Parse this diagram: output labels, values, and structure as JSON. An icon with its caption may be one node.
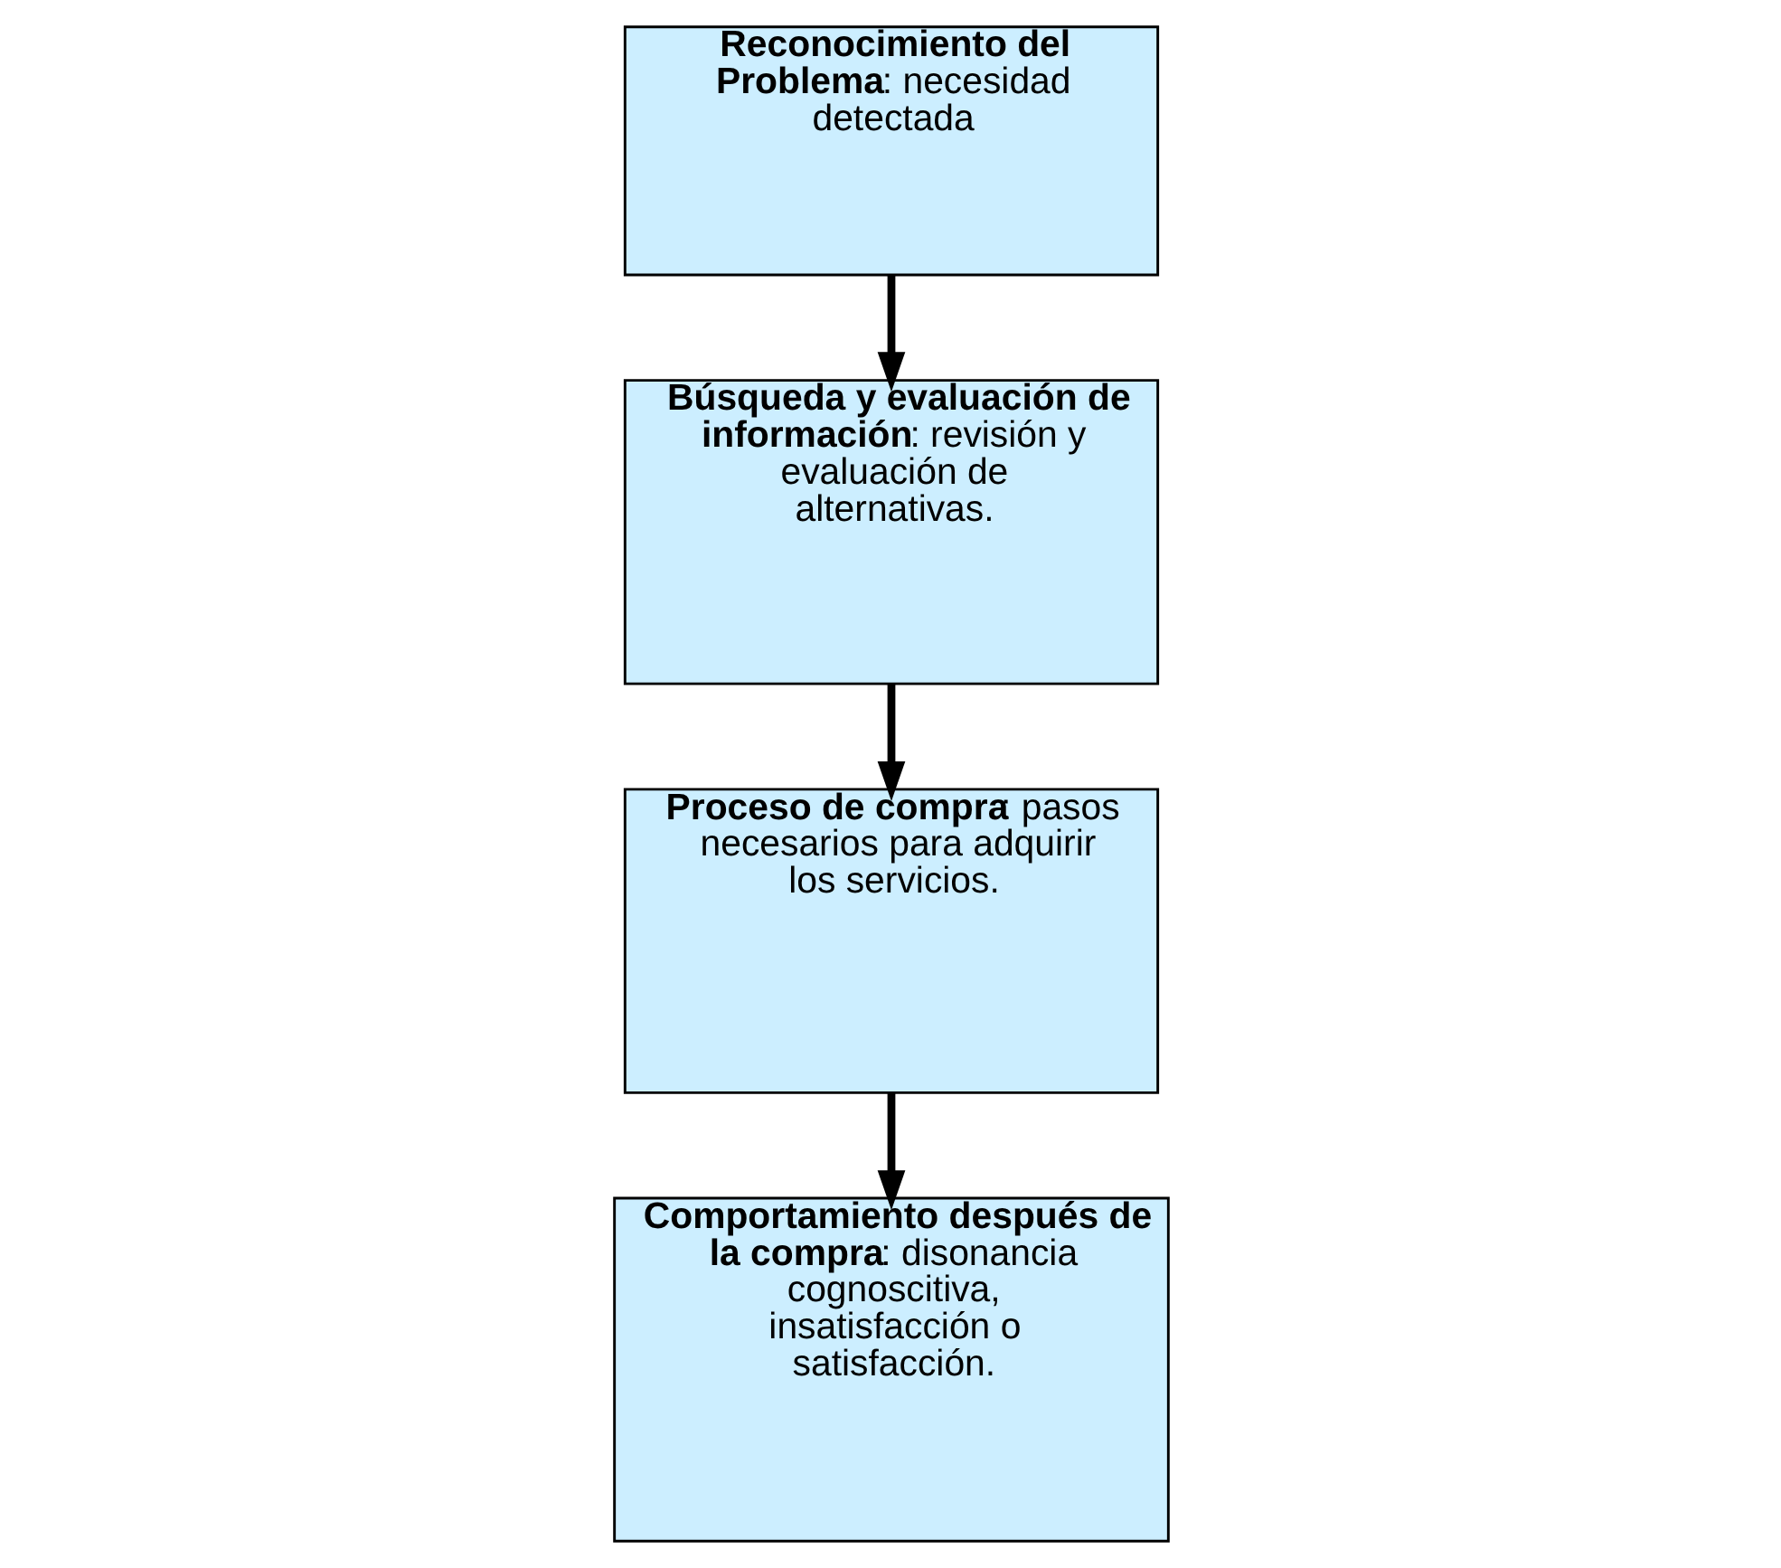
{
  "diagram": {
    "nodes": [
      {
        "text": [
          "**Reconocimiento del Problema**: necesidad detectada"
        ]
      },
      {
        "text": [
          "**Búsqueda y evaluación de información**: revisión y evaluación de alternativas."
        ]
      },
      {
        "text": [
          "**Proceso de compra**: pasos necesarios para adquirir los servicios."
        ]
      },
      {
        "text": [
          "**Comportamiento después de la compra**: disonancia cognoscitiva, insatisfacción o satisfacción."
        ]
      }
    ],
    "edges": [
      {
        "from": 0,
        "to": 1,
        "arrow": "to"
      },
      {
        "from": 1,
        "to": 2,
        "arrow": "to"
      },
      {
        "from": 2,
        "to": 3,
        "arrow": "to"
      }
    ]
  }
}
